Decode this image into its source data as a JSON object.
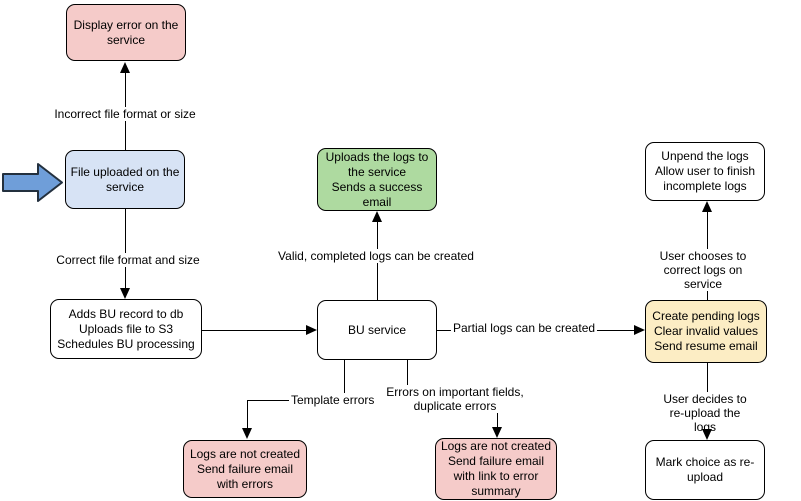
{
  "nodes": {
    "display_error": "Display error on the\nservice",
    "file_uploaded": "File uploaded on the\nservice",
    "adds_bu": "Adds BU record to db\nUploads file to S3\nSchedules BU processing",
    "bu_service": "BU service",
    "upload_success": "Uploads the logs to\nthe service\nSends a success\nemail",
    "create_pending": "Create pending logs\nClear invalid values\nSend resume email",
    "unpend": "Unpend the logs\nAllow user to finish\nincomplete logs",
    "mark_reupload": "Mark choice as re-\nupload",
    "fail_errors": "Logs are not created\nSend failure email\nwith errors",
    "fail_summary": "Logs are not created\nSend failure email\nwith link to error\nsummary"
  },
  "edge_labels": {
    "incorrect_format": "Incorrect file format or size",
    "correct_format": "Correct file format and size",
    "valid_logs": "Valid, completed logs can be created",
    "partial_logs": "Partial logs can be created",
    "template_errors": "Template errors",
    "important_errors": "Errors on important fields,\nduplicate errors",
    "user_correct": "User chooses to correct logs on service",
    "user_reupload": "User decides to re-upload the logs"
  },
  "colors": {
    "stroke": "#000000",
    "neutral_fill": "#ffffff",
    "error_fill": "#f5cbc9",
    "input_fill": "#d7e3f5",
    "success_fill": "#aedaa0",
    "pending_fill": "#fcedc4",
    "pointer_fill": "#6f9ed9",
    "pointer_stroke": "#23303e"
  }
}
